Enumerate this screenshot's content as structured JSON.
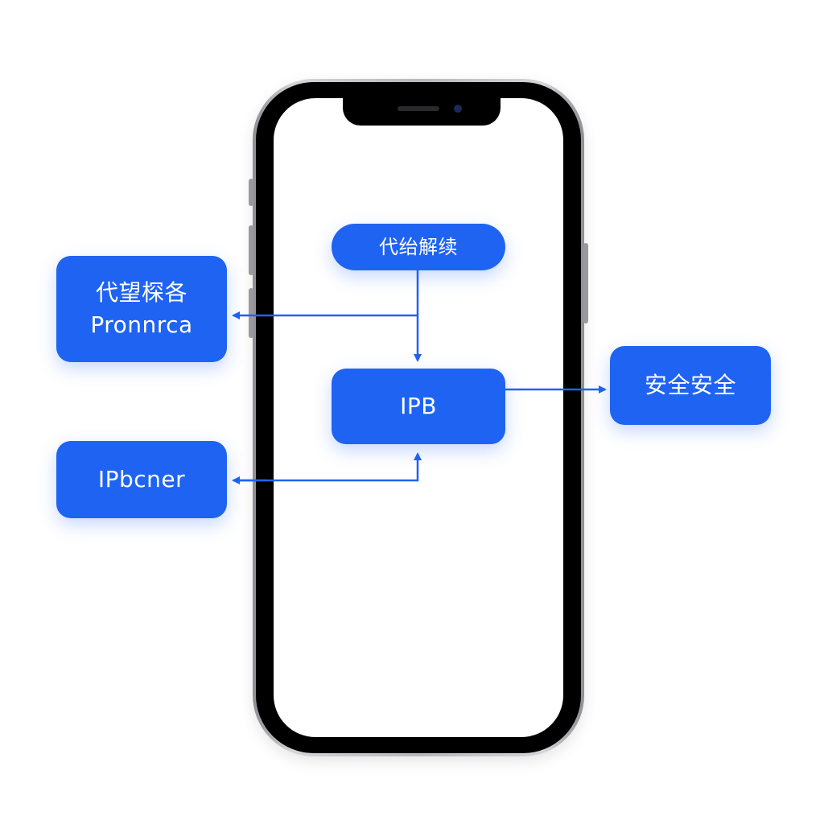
{
  "diagram": {
    "top_node": {
      "label": "代绐解续"
    },
    "center_node": {
      "label": "IPB"
    },
    "left_top_node": {
      "line1": "代望棎各",
      "line2": "Pronnrca"
    },
    "left_bottom_node": {
      "label": "IPbc​ner"
    },
    "right_node": {
      "label": "安全安全"
    }
  },
  "colors": {
    "node_fill": "#1f63f2",
    "node_text": "#ffffff",
    "connector": "#1f63f2",
    "phone_bezel": "#000000",
    "phone_frame": "#b8b8bc"
  }
}
